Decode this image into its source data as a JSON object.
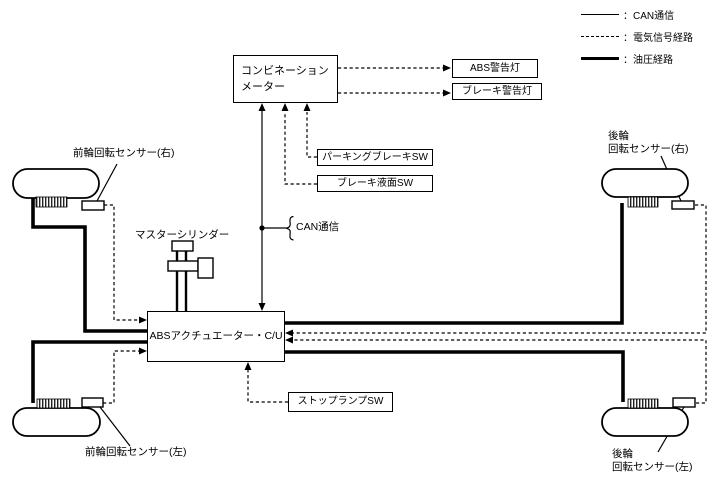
{
  "colors": {
    "ink": "#000000",
    "background": "#ffffff"
  },
  "legend": {
    "items": [
      {
        "style": "can",
        "label": "：CAN通信"
      },
      {
        "style": "signal",
        "label": "：電気信号経路"
      },
      {
        "style": "hydraulic",
        "label": "：油圧経路"
      }
    ]
  },
  "boxes": {
    "combination_meter": "コンビネーション\nメーター",
    "abs_warning_lamp": "ABS警告灯",
    "brake_warning_lamp": "ブレーキ警告灯",
    "parking_brake_sw": "パーキングブレーキSW",
    "brake_fluid_level_sw": "ブレーキ液面SW",
    "abs_actuator": "ABSアクチュエーター・C/U",
    "stop_lamp_sw": "ストップランプSW"
  },
  "labels": {
    "can_bus": "CAN通信",
    "master_cylinder": "マスターシリンダー",
    "front_right_sensor": "前輪回転センサー(右)",
    "front_left_sensor": "前輪回転センサー(左)",
    "rear_right_sensor": "後輪\n回転センサー(右)",
    "rear_left_sensor": "後輪\n回転センサー(左)"
  }
}
